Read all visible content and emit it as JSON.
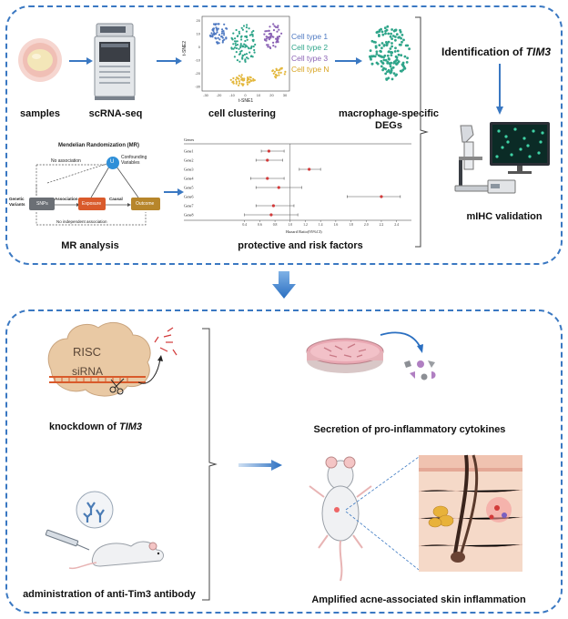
{
  "top": {
    "samples": "samples",
    "scrnaseq": "scRNA-seq",
    "clustering": "cell clustering",
    "degs_line1": "macrophage-specific",
    "degs_line2": "DEGs",
    "identification_prefix": "Identification of ",
    "identification_gene": "TIM3",
    "mihc": "mIHC validation",
    "mr_analysis": "MR analysis",
    "protective": "protective and risk factors"
  },
  "tsne": {
    "ylabel": "t-SNE2",
    "xlabel": "t-SNE1",
    "xticks": [
      "-30",
      "-20",
      "-10",
      "0",
      "10",
      "20",
      "30"
    ],
    "yticks": [
      "20",
      "10",
      "0",
      "-10",
      "-20",
      "-30"
    ],
    "legend": [
      "Cell type 1",
      "Cell type 2",
      "Cell type 3",
      "Cell type N"
    ],
    "colors": [
      "#4e79c2",
      "#2fa58a",
      "#8b63b5",
      "#e3b73c"
    ]
  },
  "mr_diagram": {
    "title": "Mendelian Randomization (MR)",
    "u": "U",
    "confounding_1": "Confounding",
    "confounding_2": "Variables",
    "no_association": "No association",
    "genetic_1": "Genetic",
    "genetic_2": "Variants",
    "snps": "SNPs",
    "association": "Association",
    "exposure": "Exposure",
    "causal": "Causal",
    "outcome": "Outcome",
    "no_independent": "No independent association"
  },
  "chart_data": {
    "type": "scatter",
    "title": "",
    "header": "Genes",
    "xlabel": "Hazard Ratio(95%CI)",
    "xticks": [
      "0.4",
      "0.6",
      "0.8",
      "1.0",
      "1.2",
      "1.4",
      "1.6",
      "1.8",
      "2.0",
      "2.2",
      "2.4"
    ],
    "xlim": [
      0.2,
      2.5
    ],
    "reference_line": 1.0,
    "categories": [
      "Gene1",
      "Gene2",
      "Gene3",
      "Gene4",
      "Gene5",
      "Gene6",
      "Gene7",
      "Gene8"
    ],
    "series": [
      {
        "values": [
          0.72,
          0.7,
          1.25,
          0.7,
          0.85,
          2.2,
          0.78,
          0.75
        ],
        "lower": [
          0.62,
          0.55,
          1.12,
          0.48,
          0.55,
          1.75,
          0.55,
          0.4
        ],
        "upper": [
          0.92,
          0.9,
          1.4,
          0.92,
          1.15,
          2.45,
          1.05,
          1.1
        ]
      }
    ]
  },
  "bottom": {
    "risc": "RISC",
    "sirna": "siRNA",
    "knockdown_prefix": "knockdown of ",
    "knockdown_gene": "TIM3",
    "secretion": "Secretion of pro-inflammatory cytokines",
    "administration": "administration of anti-Tim3 antibody",
    "amplified": "Amplified acne-associated skin inflammation"
  },
  "colors": {
    "panel_border": "#3a78c2",
    "arrow": "#3a78c2",
    "risk_dot": "#d23a3a"
  }
}
